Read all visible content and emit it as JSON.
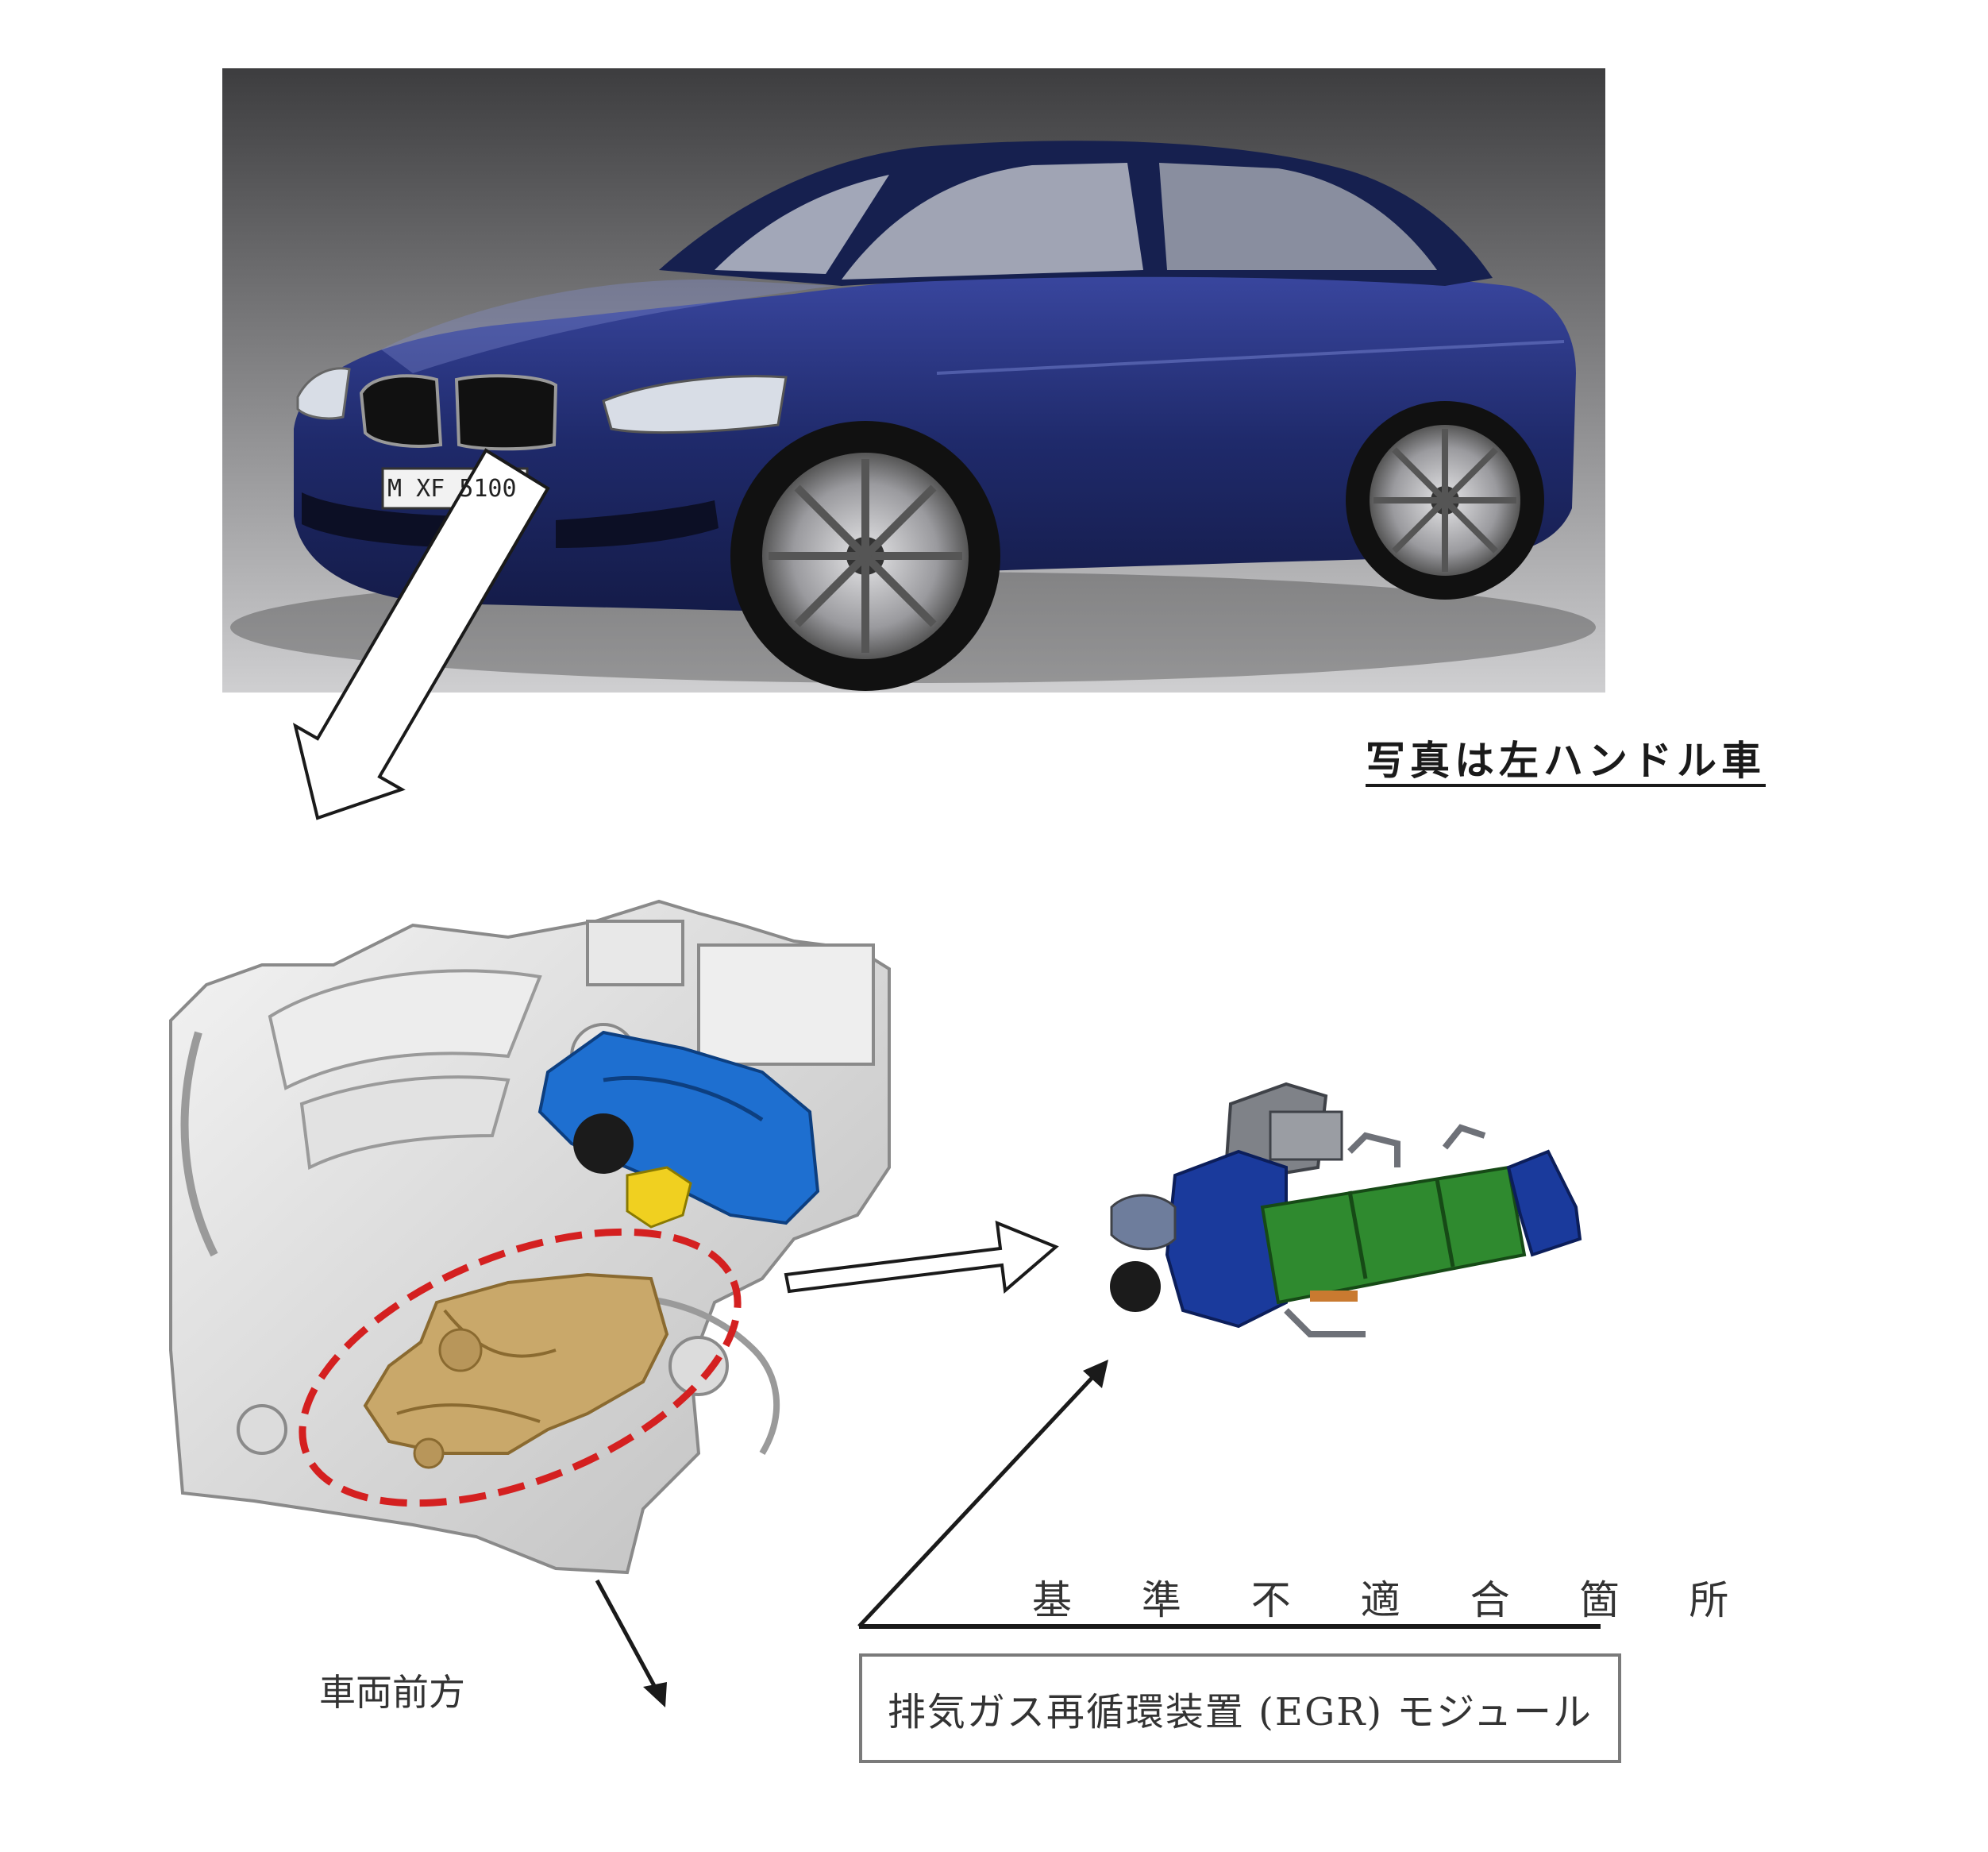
{
  "caption": "写真は左ハンドル車",
  "front_label": "車両前方",
  "defect_title": "基 準 不 適 合 箇 所",
  "module_label": "排気ガス再循環装置 (EGR) モジュール",
  "plate": "M XF 5100",
  "colors": {
    "car_body": "#1f2a6b",
    "highlight_circle": "#d42020",
    "egr_module": "#c9a86a",
    "turbo": "#1e6fd0",
    "egr_cooler": "#2f8a2f",
    "egr_housing": "#1a3a9c"
  }
}
